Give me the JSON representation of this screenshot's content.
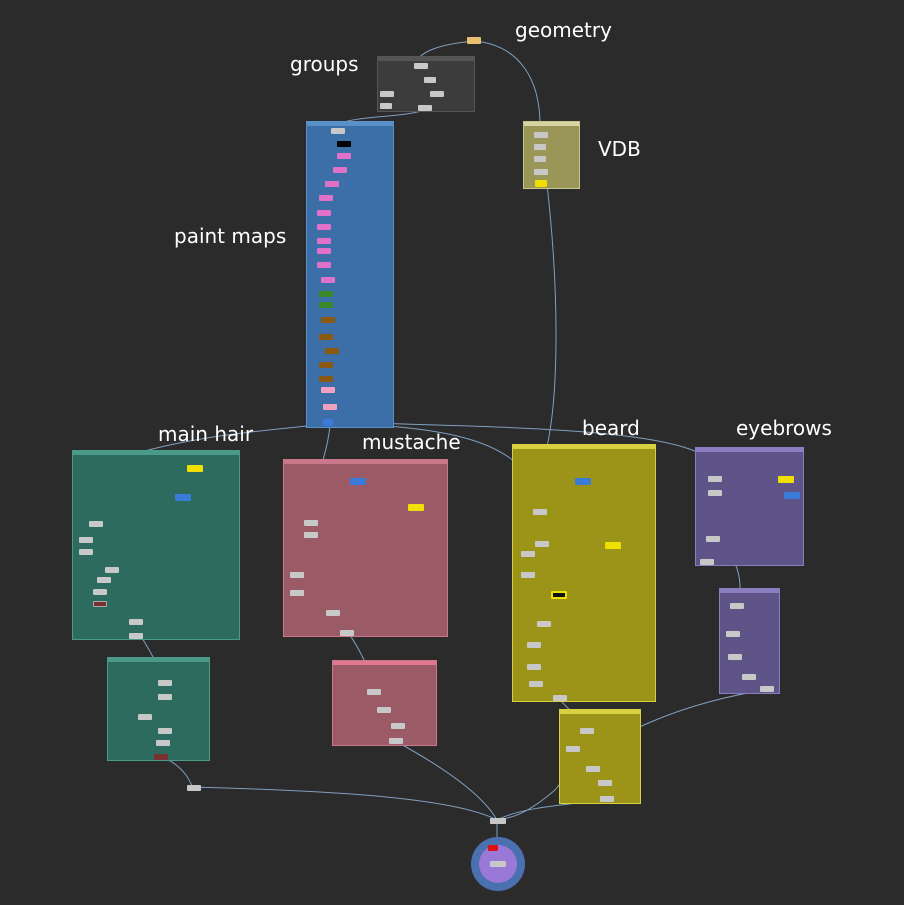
{
  "labels": {
    "geometry": "geometry",
    "groups": "groups",
    "vdb": "VDB",
    "paint_maps": "paint maps",
    "main_hair": "main hair",
    "mustache": "mustache",
    "beard": "beard",
    "eyebrows": "eyebrows"
  },
  "colors": {
    "background": "#2b2b2b",
    "groups_box": "#3c3c3c",
    "paint_box": "#3c6fa8",
    "vdb_box": "#9a9658",
    "main_hair_box": "#2e6b5f",
    "mustache_box": "#9a5a66",
    "beard_box": "#9c9418",
    "eyebrows_box": "#5e5488",
    "wire": "#8fb5d9",
    "node_grey": "#c8c8c8",
    "paint_pink": "#e070c8",
    "paint_green": "#3a8a2a",
    "paint_brown": "#8a5a10",
    "paint_lightpink": "#f0a0c0",
    "guide_yellow": "#f0e000",
    "guide_blue": "#3a7ad8",
    "output_purple": "#9a78d8",
    "output_ring": "#4a70b0"
  }
}
